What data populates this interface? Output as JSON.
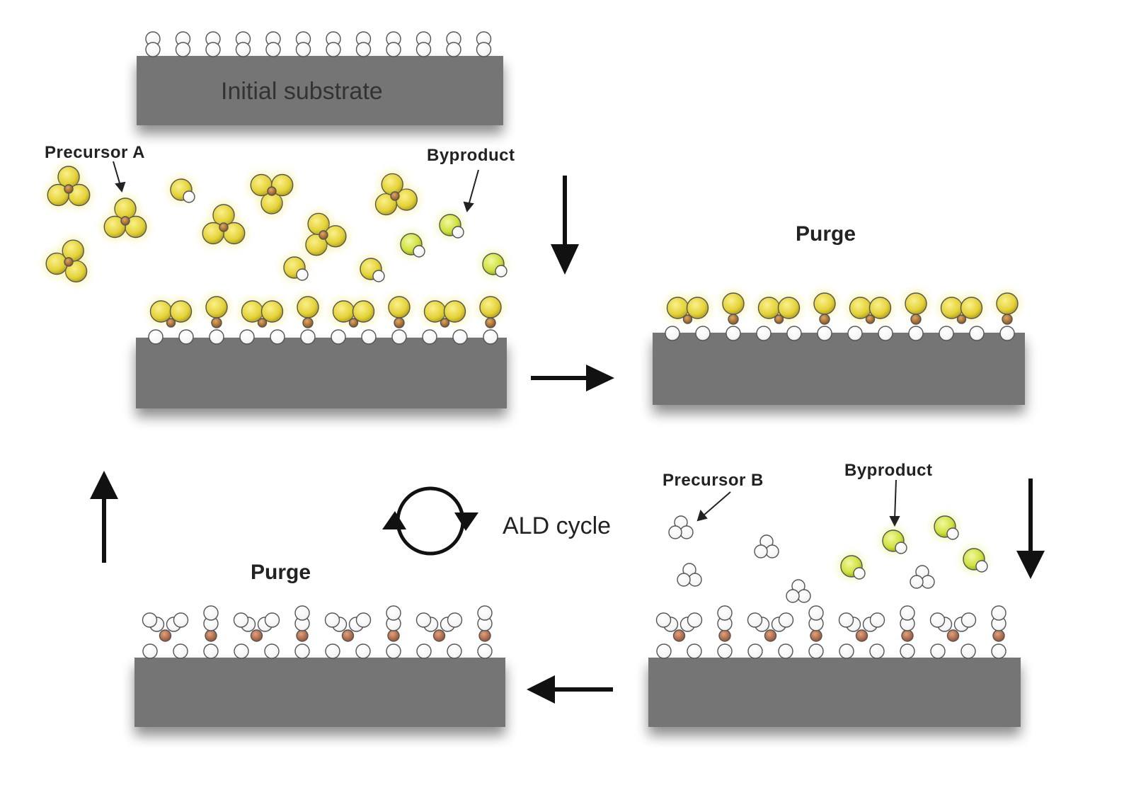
{
  "labels": {
    "initial_substrate": "Initial substrate",
    "precursor_a": "Precursor A",
    "byproduct_1": "Byproduct",
    "purge_1": "Purge",
    "precursor_b": "Precursor B",
    "byproduct_2": "Byproduct",
    "ald_cycle": "ALD cycle",
    "purge_2": "Purge"
  },
  "colors": {
    "substrate": "#757575",
    "precursor_a": "#e3d23a",
    "core_atom": "#a9712c",
    "precursor_b_core": "#b87a55",
    "hydrogen": "#ffffff",
    "byproduct": "#cfe03d",
    "arrow": "#111111"
  },
  "icons": [
    "arrow-down-icon",
    "arrow-right-icon",
    "arrow-left-icon",
    "arrow-up-icon",
    "cycle-icon"
  ]
}
